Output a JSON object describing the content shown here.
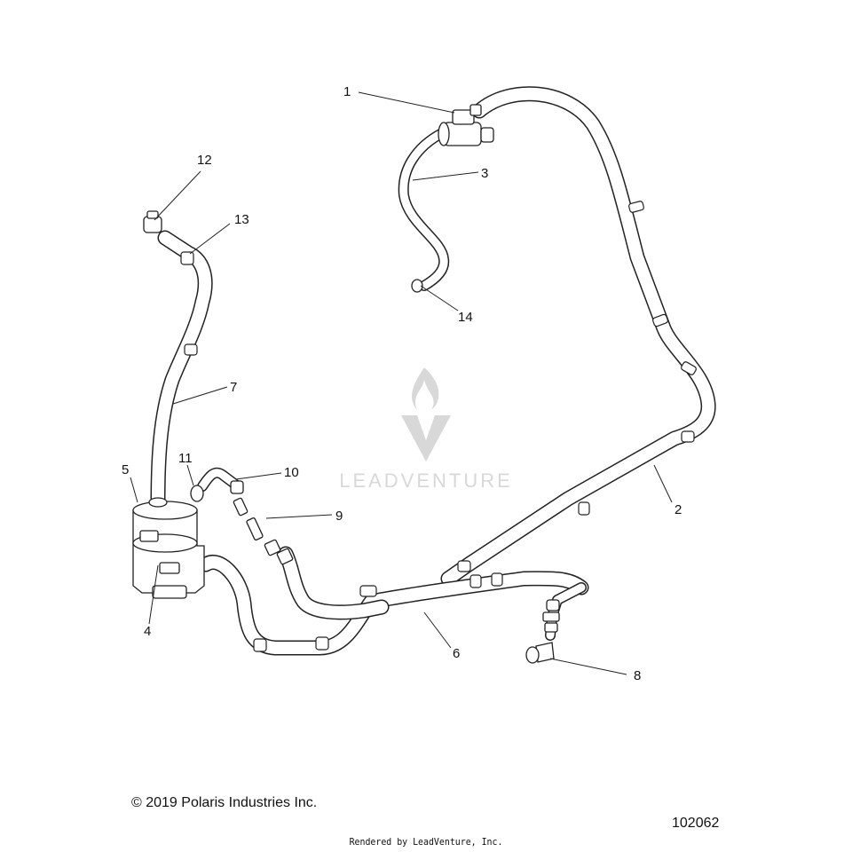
{
  "callouts": [
    {
      "number": "1"
    },
    {
      "number": "2"
    },
    {
      "number": "3"
    },
    {
      "number": "4"
    },
    {
      "number": "5"
    },
    {
      "number": "6"
    },
    {
      "number": "7"
    },
    {
      "number": "8"
    },
    {
      "number": "9"
    },
    {
      "number": "10"
    },
    {
      "number": "11"
    },
    {
      "number": "12"
    },
    {
      "number": "13"
    },
    {
      "number": "14"
    }
  ],
  "watermark": "LEADVENTURE",
  "copyright": "© 2019 Polaris Industries Inc.",
  "diagram_number": "102062",
  "rendered_by": "Rendered by LeadVenture, Inc.",
  "colors": {
    "line": "#222222",
    "watermark": "#d4d4d4",
    "background": "#ffffff"
  }
}
